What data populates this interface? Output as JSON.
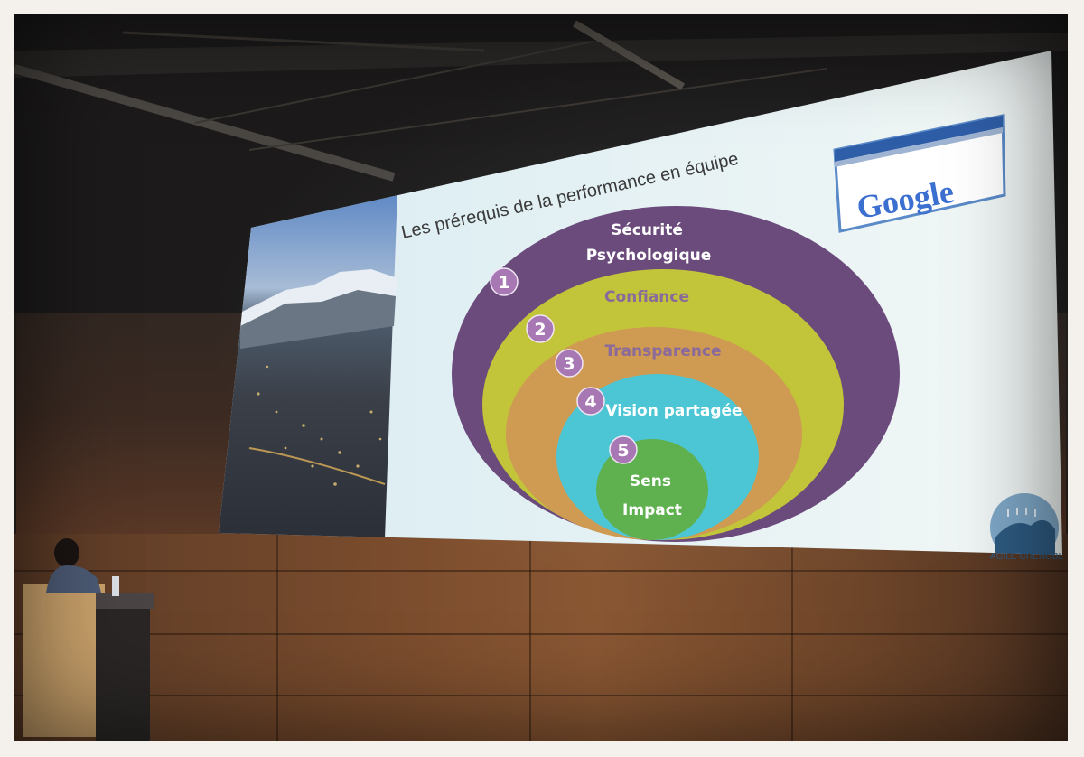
{
  "slide": {
    "title": "Les prérequis de la performance en équipe",
    "levels": [
      {
        "number": "1",
        "label_line1": "Sécurité",
        "label_line2": "Psychologique"
      },
      {
        "number": "2",
        "label_line1": "Confiance",
        "label_line2": ""
      },
      {
        "number": "3",
        "label_line1": "Transparence",
        "label_line2": ""
      },
      {
        "number": "4",
        "label_line1": "Vision partagée",
        "label_line2": ""
      },
      {
        "number": "5",
        "label_line1": "Sens",
        "label_line2": "Impact"
      }
    ],
    "google_logo": "Google",
    "footer_brand": "AGILE GRENOBL",
    "colors": {
      "level1": "#6b4a7c",
      "level2": "#c2c43a",
      "level3": "#cf9a52",
      "level4": "#4cc6d4",
      "level5": "#5fb04f",
      "badge": "#a778b4"
    }
  }
}
